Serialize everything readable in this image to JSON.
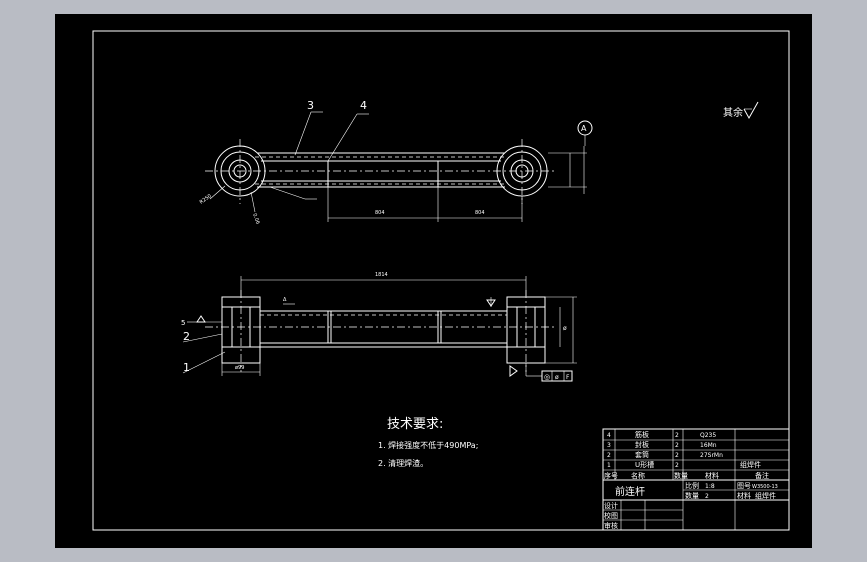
{
  "balloons": {
    "b3": "3",
    "b4": "4",
    "b1": "1",
    "b2": "2",
    "b5": "5",
    "datum_a": "A"
  },
  "dims": {
    "top_span_left": "804",
    "top_span_right": "804",
    "overall_length": "1814",
    "height_right": "ø",
    "bottom_left": "ø99",
    "annot_r": "R250",
    "annot_small": "0.06"
  },
  "roughness_note": "其余",
  "tolerance_frame": {
    "symbol": "◎",
    "value": "ø",
    "datum": "F"
  },
  "tech_req": {
    "title": "技术要求:",
    "items": [
      "1.  焊接强度不低于490MPa;",
      "2.  清理焊渣。"
    ]
  },
  "bom": {
    "rows": [
      {
        "no": "4",
        "name": "筋板",
        "qty": "2",
        "material": "Q235"
      },
      {
        "no": "3",
        "name": "封板",
        "qty": "2",
        "material": "16Mn"
      },
      {
        "no": "2",
        "name": "套筒",
        "qty": "2",
        "material": "27SrMn"
      },
      {
        "no": "1",
        "name": "U形槽",
        "qty": "2",
        "material": "",
        "remark": "组焊件"
      }
    ],
    "header": {
      "no": "序号",
      "name": "名称",
      "qty": "数量",
      "material": "材料",
      "remark": "备注"
    }
  },
  "title_block": {
    "part_name": "前连杆",
    "scale_label": "比例",
    "scale_value": "1:8",
    "drawing_no_label": "图号",
    "drawing_no": "W3500-13",
    "qty_label": "数量",
    "qty_value": "2",
    "material_label": "材料",
    "material_value": "组焊件",
    "design_label": "设计",
    "check_label": "校图",
    "approve_label": "审核"
  }
}
